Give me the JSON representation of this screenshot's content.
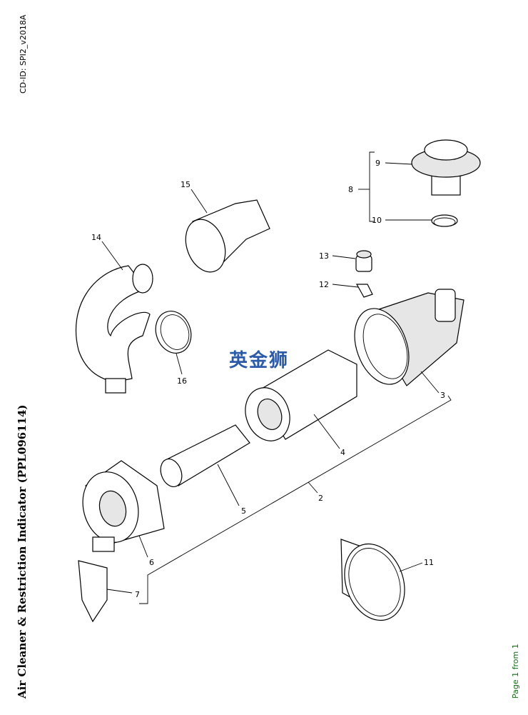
{
  "document": {
    "cd_id": "CD-ID: SPI2_v2018A",
    "title": "Air Cleaner & Restriction Indicator (PPL096114)",
    "page_label": "Page 1 from 1",
    "watermark": "英金狮"
  },
  "callouts": [
    "2",
    "3",
    "4",
    "5",
    "6",
    "7",
    "8",
    "9",
    "10",
    "11",
    "12",
    "13",
    "14",
    "15",
    "16"
  ]
}
